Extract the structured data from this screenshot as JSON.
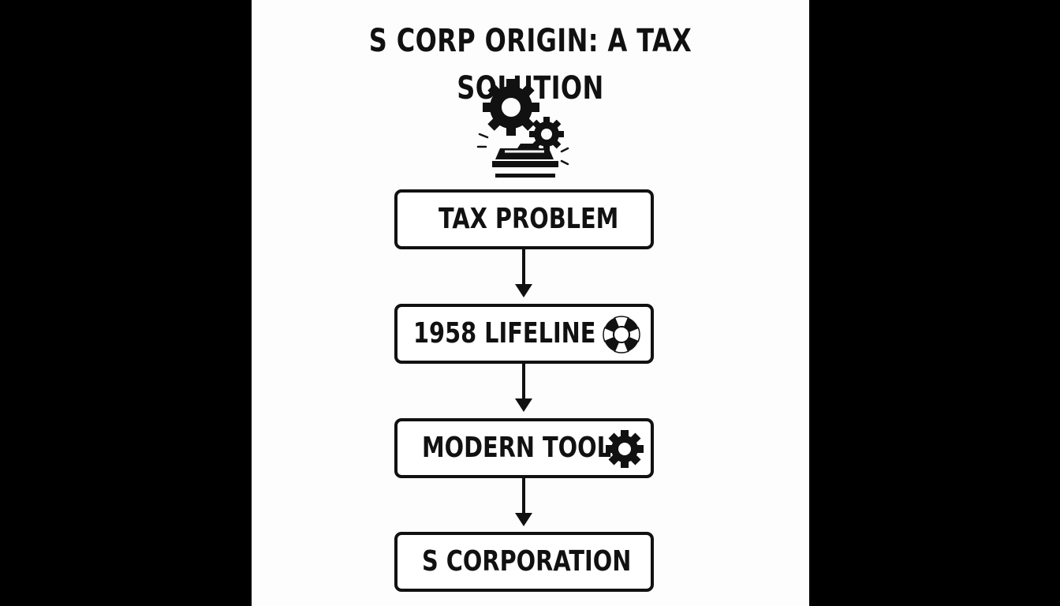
{
  "diagram": {
    "title": "S CORP ORIGIN: A TAX SOLUTION",
    "steps": [
      {
        "label": "TAX PROBLEM",
        "icon": "none"
      },
      {
        "label": "1958 LIFELINE",
        "icon": "lifebuoy-icon"
      },
      {
        "label": "MODERN TOOL",
        "icon": "gear-icon"
      },
      {
        "label": "S CORPORATION",
        "icon": "none"
      }
    ],
    "header_icon": "gears-and-briefcase-icon",
    "colors": {
      "ink": "#111111",
      "background": "#fdfdfd",
      "letterbox": "#000000"
    }
  }
}
